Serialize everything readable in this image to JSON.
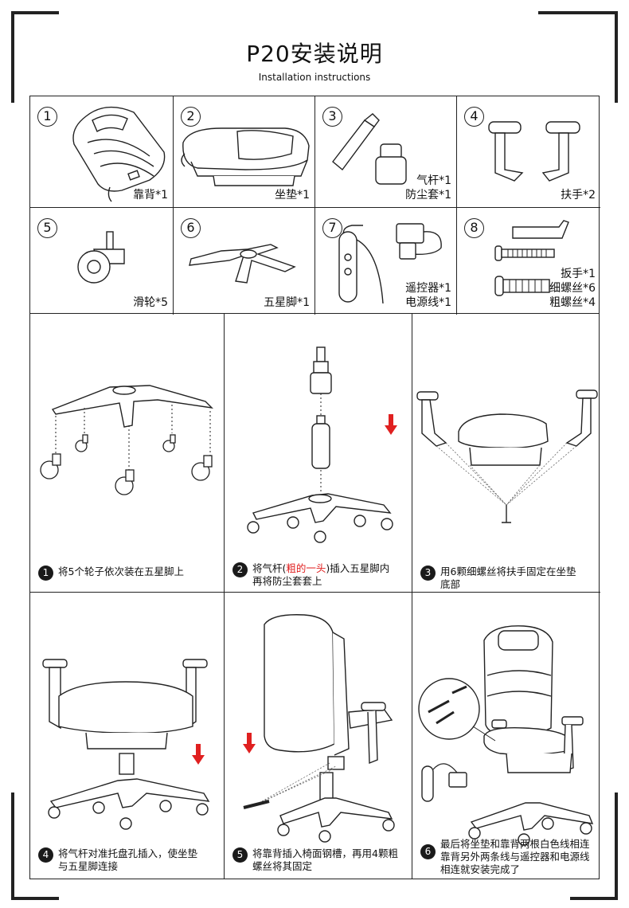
{
  "header": {
    "title": "P20安装说明",
    "subtitle": "Installation instructions"
  },
  "parts": [
    {
      "num": "1",
      "label": "靠背*1"
    },
    {
      "num": "2",
      "label": "坐垫*1"
    },
    {
      "num": "3",
      "label": "气杆*1\n防尘套*1"
    },
    {
      "num": "4",
      "label": "扶手*2"
    },
    {
      "num": "5",
      "label": "滑轮*5"
    },
    {
      "num": "6",
      "label": "五星脚*1"
    },
    {
      "num": "7",
      "label": "遥控器*1\n电源线*1"
    },
    {
      "num": "8",
      "label": "扳手*1\n细螺丝*6\n粗螺丝*4"
    }
  ],
  "steps": [
    {
      "num": "1",
      "text": "将5个轮子依次装在五星脚上"
    },
    {
      "num": "2",
      "text_a": "将气杆(",
      "text_red": "粗的一头",
      "text_b": ")插入五星脚内\n再将防尘套套上"
    },
    {
      "num": "3",
      "text": "用6颗细螺丝将扶手固定在坐垫\n底部"
    },
    {
      "num": "4",
      "text": "将气杆对准托盘孔插入，使坐垫\n与五星脚连接"
    },
    {
      "num": "5",
      "text": "将靠背插入椅面钢槽，再用4颗粗\n螺丝将其固定"
    },
    {
      "num": "6",
      "text": "最后将坐垫和靠背两根白色线相连\n靠背另外两条线与遥控器和电源线\n相连就安装完成了"
    }
  ],
  "colors": {
    "accent_arrow": "#e02020",
    "line": "#222222"
  }
}
